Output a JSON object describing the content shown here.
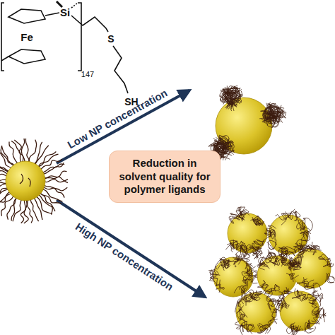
{
  "diagram": {
    "nodes": [
      {
        "text": [
          "Reduction in solvent quality for polymer ligands"
        ]
      }
    ],
    "labels": [
      "Si",
      "Fe",
      "S",
      "SH",
      "147",
      "Low NP concentration",
      "High NP concentration"
    ]
  }
}
